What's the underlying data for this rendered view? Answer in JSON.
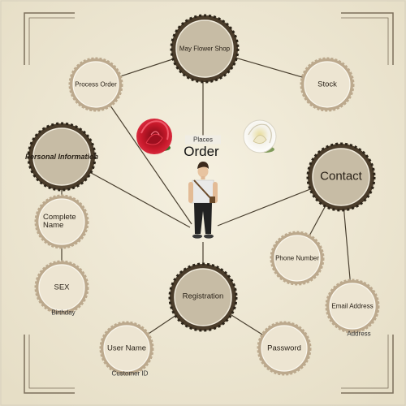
{
  "center": {
    "places_label": "Places",
    "order_label": "Order"
  },
  "nodes": {
    "may_flower_shop": "May Flower Shop",
    "process_order": "Process Order",
    "stock": "Stock",
    "personal_information": "Personal Information",
    "contact": "Contact",
    "complete_name": "Complete Name",
    "sex": "SEX",
    "phone_number": "Phone Number",
    "email_address": "Email Address",
    "registration": "Registration",
    "user_name": "User Name",
    "password": "Password"
  },
  "captions": {
    "birthday": "Birthday",
    "address": "Address",
    "customer_id": "Customer ID"
  },
  "colors": {
    "background": "#efe9d6",
    "fancy_fill": "#c7bca5",
    "fancy_border": "#4b3d2b",
    "plain_fill": "#ede5d2",
    "plain_border": "#bca98d",
    "line": "#4a4030",
    "rose_red": "#c8192b",
    "rose_white": "#f3f1ea"
  }
}
